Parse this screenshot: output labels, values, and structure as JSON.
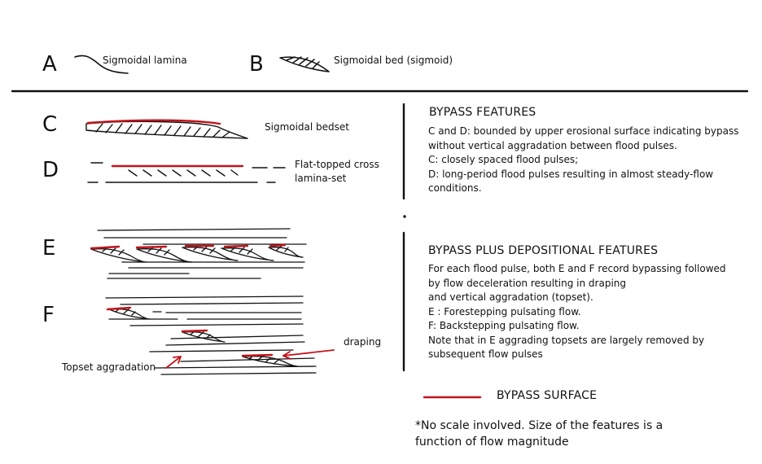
{
  "panels": {
    "A": {
      "letter": "A",
      "label": "Sigmoidal lamina"
    },
    "B": {
      "letter": "B",
      "label": "Sigmoidal bed (sigmoid)"
    },
    "C": {
      "letter": "C",
      "label": "Sigmoidal bedset"
    },
    "D": {
      "letter": "D",
      "label_line1": "Flat-topped cross",
      "label_line2": "lamina-set"
    },
    "E": {
      "letter": "E"
    },
    "F": {
      "letter": "F",
      "draping_label": "draping",
      "topset_label": "Topset aggradation"
    }
  },
  "bypass": {
    "title": "BYPASS FEATURES",
    "lines": [
      "C and D: bounded by upper erosional surface indicating bypass",
      "without vertical aggradation between flood pulses.",
      "C: closely spaced flood pulses;",
      "D: long-period flood pulses resulting in almost steady-flow",
      "conditions."
    ]
  },
  "depositional": {
    "title": "BYPASS PLUS DEPOSITIONAL FEATURES",
    "lines": [
      "For each flood pulse, both E and F record bypassing followed",
      "by flow deceleration resulting in draping",
      "and vertical aggradation (topset).",
      "E : Forestepping pulsating flow.",
      "F: Backstepping pulsating flow.",
      "Note that in E aggrading topsets are largely removed by",
      "subsequent flow pulses"
    ]
  },
  "legend": {
    "label": "BYPASS SURFACE",
    "color": "#c0141c"
  },
  "footnote": {
    "line1": "*No scale involved. Size of the features is a",
    "line2": "function of flow magnitude"
  },
  "colors": {
    "ink": "#111111",
    "bypass_red": "#c0141c"
  }
}
